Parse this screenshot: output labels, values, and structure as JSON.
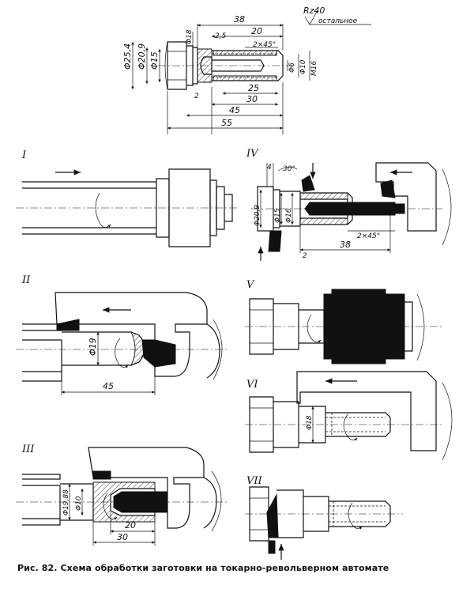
{
  "caption": "Рис. 82. Схема обработки заготовки на токарно-револьверном автомате",
  "part": {
    "roughness": "Rz40",
    "roughness_note": "остальное",
    "dims": {
      "d254": "Φ25,4",
      "d209": "Φ20,9",
      "d15": "Φ15",
      "d18": "Φ18",
      "d6": "Φ6",
      "d10": "Φ10",
      "m16": "M16",
      "l38": "38",
      "l25a": "2,5",
      "l20": "20",
      "chamfer": "2×45°",
      "l2": "2",
      "l25": "25",
      "l30": "30",
      "l45": "45",
      "l55": "55"
    }
  },
  "operations": {
    "op1": {
      "label": "I"
    },
    "op2": {
      "label": "II",
      "dia": "Φ19",
      "len": "45"
    },
    "op3": {
      "label": "III",
      "dia1": "Φ19,88",
      "dia2": "Φ10",
      "len1": "20",
      "len2": "30"
    },
    "op4": {
      "label": "IV",
      "w": "4",
      "angle": "30°",
      "dia1": "Φ20,9",
      "dia2": "Φ15",
      "dia3": "Φ16",
      "len": "38",
      "chamfer": "2×45°",
      "l2": "2"
    },
    "op5": {
      "label": "V"
    },
    "op6": {
      "label": "VI",
      "dia": "Φ18"
    },
    "op7": {
      "label": "VII"
    }
  }
}
